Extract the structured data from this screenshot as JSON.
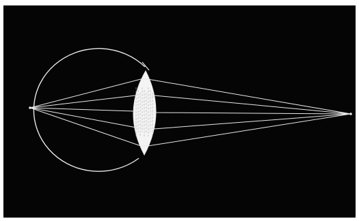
{
  "figure": {
    "background_color": "#050505",
    "border_color": "#ffffff",
    "line_color": "#e8e8e8",
    "lens_fill_color": "#f4f4f4",
    "lens_shading_color": "#a9a9a9",
    "elements": [
      "eyeball-outline",
      "crystalline-lens",
      "light-rays",
      "focal-point",
      "retina-point"
    ],
    "ray_count": 5
  }
}
